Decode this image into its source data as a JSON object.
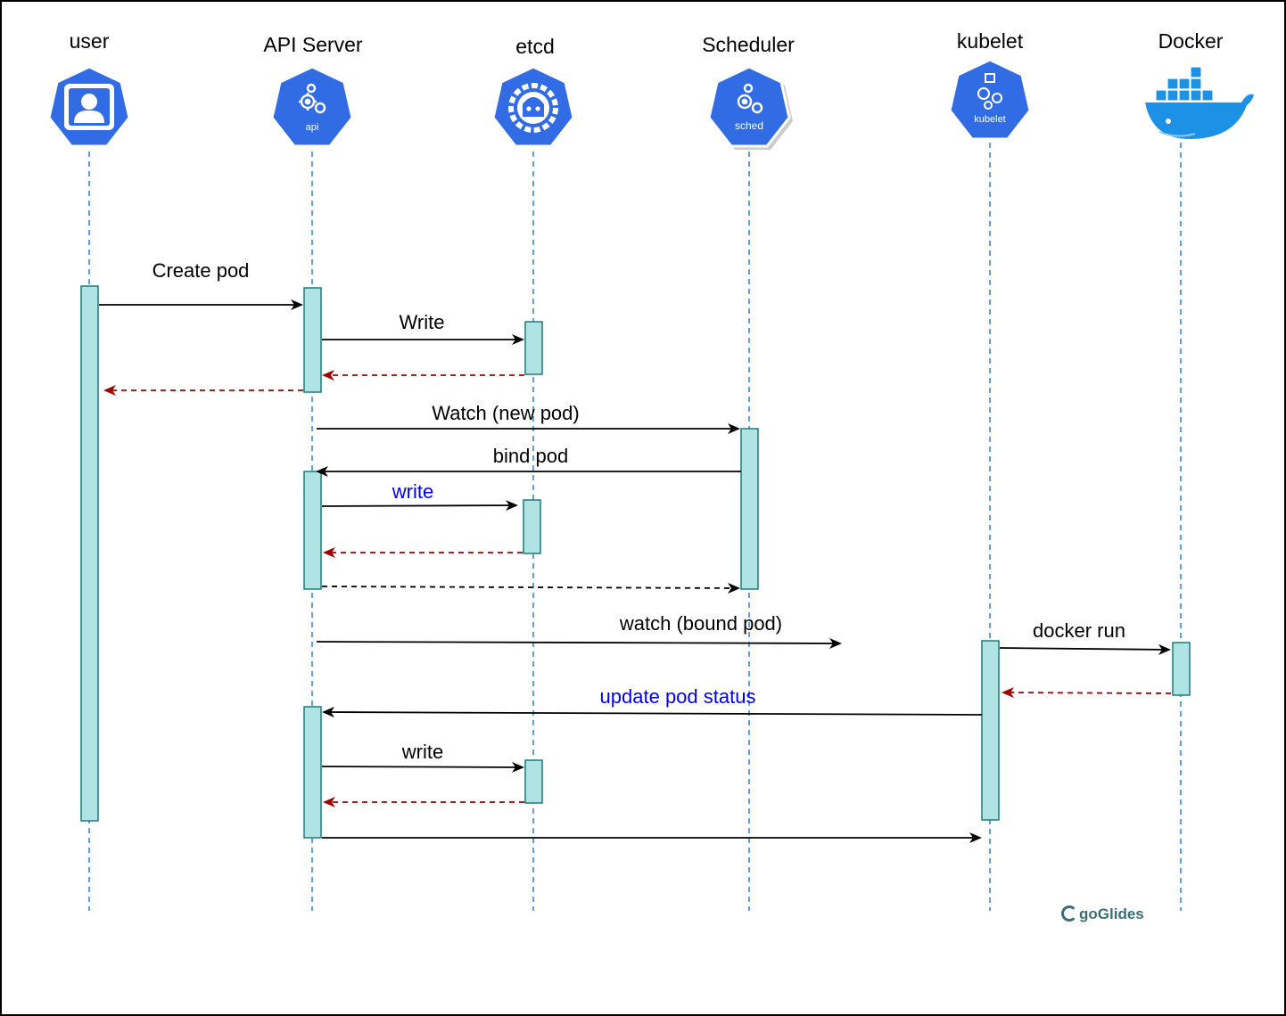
{
  "participants": [
    {
      "name": "user",
      "icon": "user-icon"
    },
    {
      "name": "API Server",
      "icon": "api-server-icon",
      "badge": "api"
    },
    {
      "name": "etcd",
      "icon": "etcd-icon"
    },
    {
      "name": "Scheduler",
      "icon": "scheduler-icon",
      "badge": "sched"
    },
    {
      "name": "kubelet",
      "icon": "kubelet-icon",
      "badge": "kubelet"
    },
    {
      "name": "Docker",
      "icon": "docker-whale-icon"
    }
  ],
  "messages": [
    {
      "from": "user",
      "to": "API Server",
      "label": "Create pod",
      "style": "solid"
    },
    {
      "from": "API Server",
      "to": "etcd",
      "label": "Write",
      "style": "solid"
    },
    {
      "from": "etcd",
      "to": "API Server",
      "label": "",
      "style": "return"
    },
    {
      "from": "API Server",
      "to": "user",
      "label": "",
      "style": "return"
    },
    {
      "from": "API Server",
      "to": "Scheduler",
      "label": "Watch (new pod)",
      "style": "solid"
    },
    {
      "from": "Scheduler",
      "to": "API Server",
      "label": "bind pod",
      "style": "solid"
    },
    {
      "from": "API Server",
      "to": "etcd",
      "label": "write",
      "style": "solid",
      "highlight": true
    },
    {
      "from": "etcd",
      "to": "API Server",
      "label": "",
      "style": "return"
    },
    {
      "from": "API Server",
      "to": "Scheduler",
      "label": "",
      "style": "dashed"
    },
    {
      "from": "API Server",
      "to": "kubelet",
      "label": "watch (bound pod)",
      "style": "solid"
    },
    {
      "from": "kubelet",
      "to": "Docker",
      "label": "docker run",
      "style": "solid"
    },
    {
      "from": "Docker",
      "to": "kubelet",
      "label": "",
      "style": "return"
    },
    {
      "from": "kubelet",
      "to": "API Server",
      "label": "update pod status",
      "style": "solid",
      "highlight": true
    },
    {
      "from": "API Server",
      "to": "etcd",
      "label": "write",
      "style": "solid"
    },
    {
      "from": "etcd",
      "to": "API Server",
      "label": "",
      "style": "return"
    },
    {
      "from": "API Server",
      "to": "kubelet",
      "label": "",
      "style": "solid"
    }
  ],
  "brand": "goGlides",
  "colors": {
    "lifeline": "#2f7fe0",
    "activation_fill": "#b0e3e3",
    "activation_stroke": "#1f7a7a",
    "k8s_blue": "#326ce5",
    "return_arrow": "#a00000",
    "highlight_text": "#0000ee",
    "docker_blue": "#1d91e6"
  }
}
